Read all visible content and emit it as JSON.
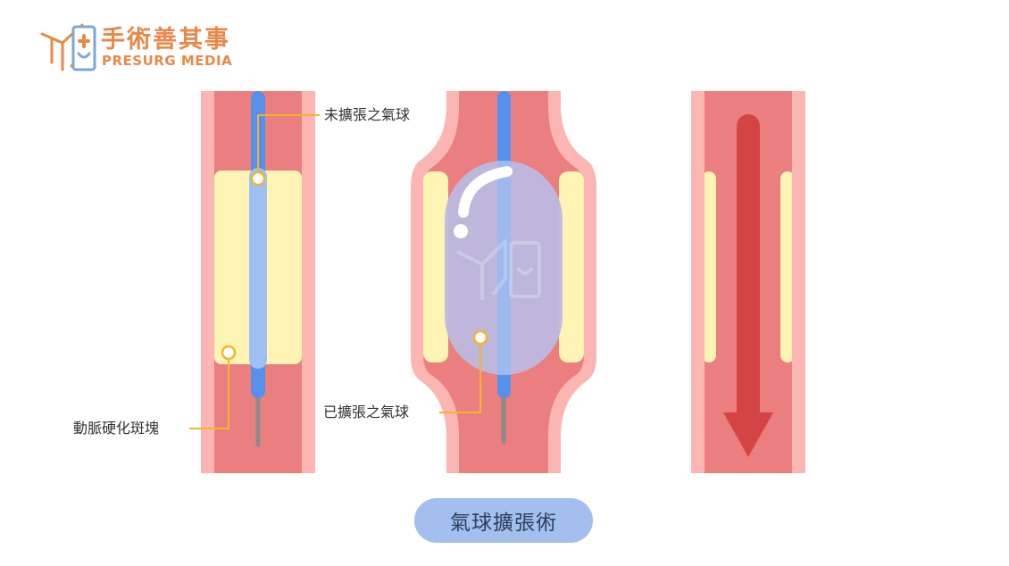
{
  "brand": {
    "name_cn": "手術善其事",
    "name_en": "PRESURG MEDIA"
  },
  "labels": {
    "uninflated_balloon": "未擴張之氣球",
    "inflated_balloon": "已擴張之氣球",
    "plaque": "動脈硬化斑塊"
  },
  "caption": "氣球擴張術",
  "colors": {
    "vessel_wall": "#fbb6b4",
    "lumen": "#eb7f7f",
    "plaque": "#fef4b3",
    "catheter": "#5591ea",
    "balloon_uninflated": "#9ec0f3",
    "balloon_inflated": "#bcbbe0",
    "guidewire": "#8b8b8b",
    "flow_arrow": "#d44444",
    "callout": "#f4b42c",
    "logo": "#e8894a",
    "caption_bg": "#a3bfee"
  },
  "icons": [
    "presurg-logo-icon",
    "flow-arrow-icon"
  ]
}
